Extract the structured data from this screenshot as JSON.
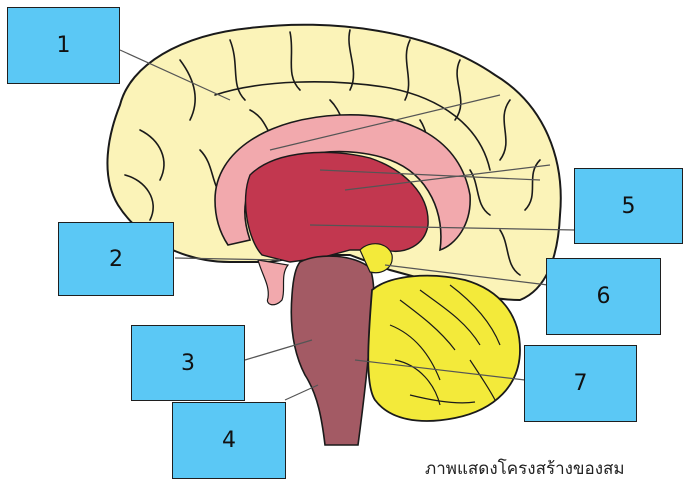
{
  "labels": [
    {
      "id": "1",
      "text": "1"
    },
    {
      "id": "2",
      "text": "2"
    },
    {
      "id": "3",
      "text": "3"
    },
    {
      "id": "4",
      "text": "4"
    },
    {
      "id": "5",
      "text": "5"
    },
    {
      "id": "6",
      "text": "6"
    },
    {
      "id": "7",
      "text": "7"
    }
  ],
  "caption": "ภาพแสดงโครงสร้างของสม",
  "colors": {
    "label_fill": "#5bc8f5",
    "cerebrum": "#fbf3b8",
    "outline": "#1a1a1a",
    "limbic_light": "#f2a9ad",
    "thalamus": "#c2374f",
    "brainstem": "#a35a64",
    "cerebellum": "#f3ea3a"
  }
}
